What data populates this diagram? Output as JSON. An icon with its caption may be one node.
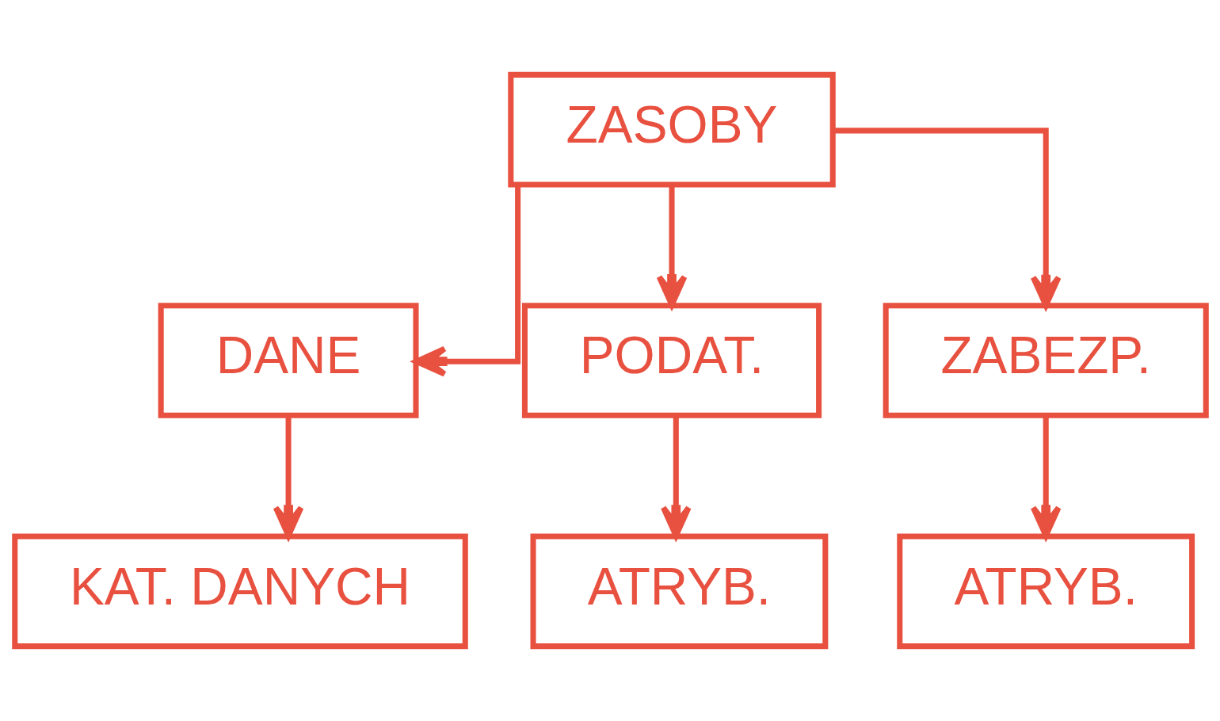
{
  "diagram": {
    "nodes": [
      {
        "text": [
          "ZASOBY"
        ]
      },
      {
        "text": [
          "DANE"
        ]
      },
      {
        "text": [
          "PODAT."
        ]
      },
      {
        "text": [
          "ZABEZP."
        ]
      },
      {
        "text": [
          "KAT. DANYCH"
        ]
      },
      {
        "text": [
          "ATRYB."
        ]
      },
      {
        "text": [
          "ATRYB."
        ]
      }
    ],
    "edges": [
      {
        "from": 0,
        "to": 1,
        "arrow": "to"
      },
      {
        "from": 0,
        "to": 2,
        "arrow": "to"
      },
      {
        "from": 0,
        "to": 3,
        "arrow": "to"
      },
      {
        "from": 1,
        "to": 4,
        "arrow": "to"
      },
      {
        "from": 2,
        "to": 5,
        "arrow": "to"
      },
      {
        "from": 3,
        "to": 6,
        "arrow": "to"
      }
    ]
  }
}
